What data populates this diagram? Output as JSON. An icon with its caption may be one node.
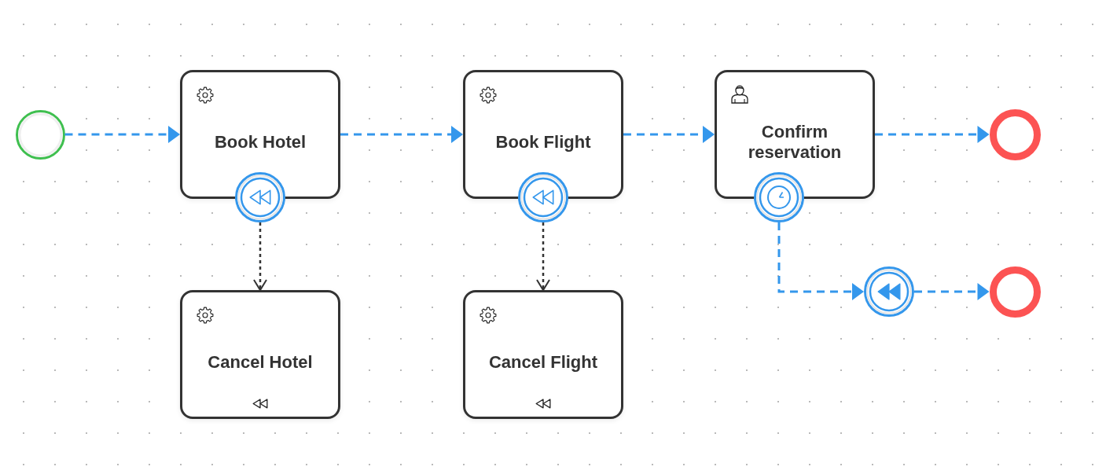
{
  "diagram": {
    "nodes": [
      {
        "text": [],
        "shape": "circle"
      },
      {
        "text": [
          "Book Hotel"
        ]
      },
      {
        "text": [],
        "shape": "circle"
      },
      {
        "text": [
          "Book Flight"
        ]
      },
      {
        "text": [],
        "shape": "circle"
      },
      {
        "text": [
          "Confirm reservation"
        ]
      },
      {
        "text": [],
        "shape": "circle"
      },
      {
        "text": [],
        "shape": "circle"
      },
      {
        "text": [
          "Cancel Hotel"
        ]
      },
      {
        "text": [
          "Cancel Flight"
        ]
      },
      {
        "text": [],
        "shape": "circle"
      },
      {
        "text": [],
        "shape": "circle"
      }
    ],
    "edges": [
      {
        "from": 0,
        "to": 1,
        "arrow": "to",
        "style": "dashed"
      },
      {
        "from": 1,
        "to": 3,
        "arrow": "to",
        "style": "dashed"
      },
      {
        "from": 3,
        "to": 5,
        "arrow": "to",
        "style": "dashed"
      },
      {
        "from": 5,
        "to": 7,
        "arrow": "to",
        "style": "dashed"
      },
      {
        "from": 2,
        "to": 8,
        "arrow": "to",
        "style": "dashed",
        "color": "#333333"
      },
      {
        "from": 4,
        "to": 9,
        "arrow": "to",
        "style": "dashed",
        "color": "#333333"
      },
      {
        "from": 6,
        "to": 10,
        "arrow": "to",
        "style": "dashed"
      },
      {
        "from": 10,
        "to": 11,
        "arrow": "to",
        "style": "dashed"
      }
    ]
  }
}
